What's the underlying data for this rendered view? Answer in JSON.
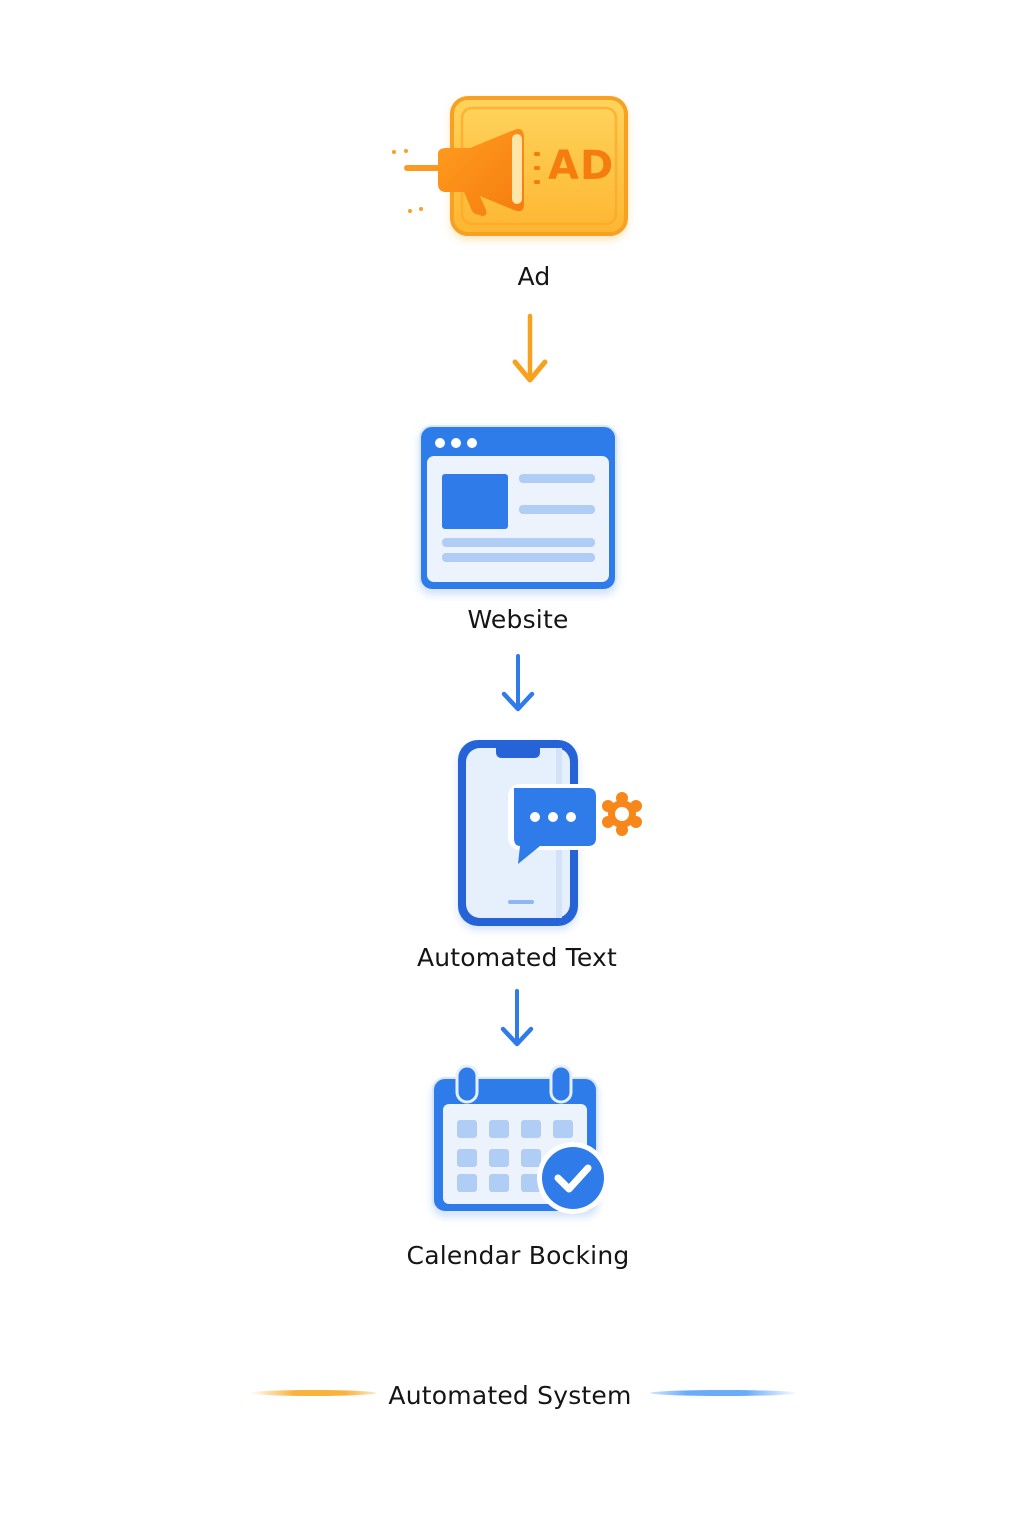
{
  "flow": {
    "steps": [
      {
        "id": "ad",
        "label": "Ad",
        "icon": "megaphone-ad-icon",
        "badge_text": "AD",
        "accent": "#F7931E"
      },
      {
        "id": "website",
        "label": "Website",
        "icon": "browser-window-icon",
        "accent": "#2F7BEA"
      },
      {
        "id": "automated-text",
        "label": "Automated Text",
        "icon": "phone-chat-icon",
        "accent": "#2F7BEA",
        "secondary_icon": "gear-icon",
        "secondary_accent": "#F7861B"
      },
      {
        "id": "calendar-booking",
        "label": "Calendar Bocking",
        "icon": "calendar-check-icon",
        "accent": "#2F7BEA"
      }
    ],
    "arrows": [
      {
        "from": "ad",
        "to": "website",
        "color": "#F7A21E"
      },
      {
        "from": "website",
        "to": "automated-text",
        "color": "#2F7BEA"
      },
      {
        "from": "automated-text",
        "to": "calendar-booking",
        "color": "#2F7BEA"
      }
    ]
  },
  "footer": {
    "label": "Automated System",
    "left_accent": "#F9B23C",
    "right_accent": "#6AACF7"
  }
}
